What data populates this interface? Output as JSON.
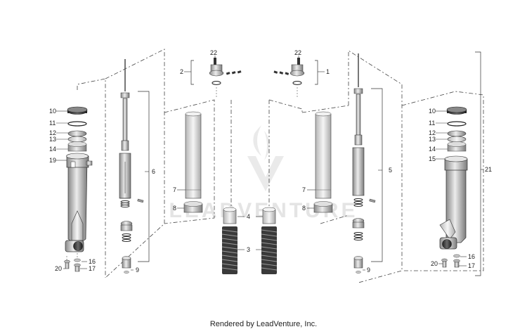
{
  "watermark": {
    "text": "LEADVENTURE"
  },
  "footer": {
    "credit": "Rendered by LeadVenture, Inc."
  },
  "callouts": {
    "c1": "1",
    "c2": "2",
    "c3": "3",
    "c4": "4",
    "c5": "5",
    "c6": "6",
    "c7a": "7",
    "c7b": "7",
    "c8a": "8",
    "c8b": "8",
    "c9a": "9",
    "c9b": "9",
    "c10a": "10",
    "c10b": "10",
    "c11a": "11",
    "c11b": "11",
    "c12a": "12",
    "c12b": "12",
    "c13a": "13",
    "c13b": "13",
    "c14a": "14",
    "c14b": "14",
    "c15": "15",
    "c16a": "16",
    "c16b": "16",
    "c17a": "17",
    "c17b": "17",
    "c19": "19",
    "c20a": "20",
    "c20b": "20",
    "c21": "21",
    "c22a": "22",
    "c22b": "22"
  }
}
